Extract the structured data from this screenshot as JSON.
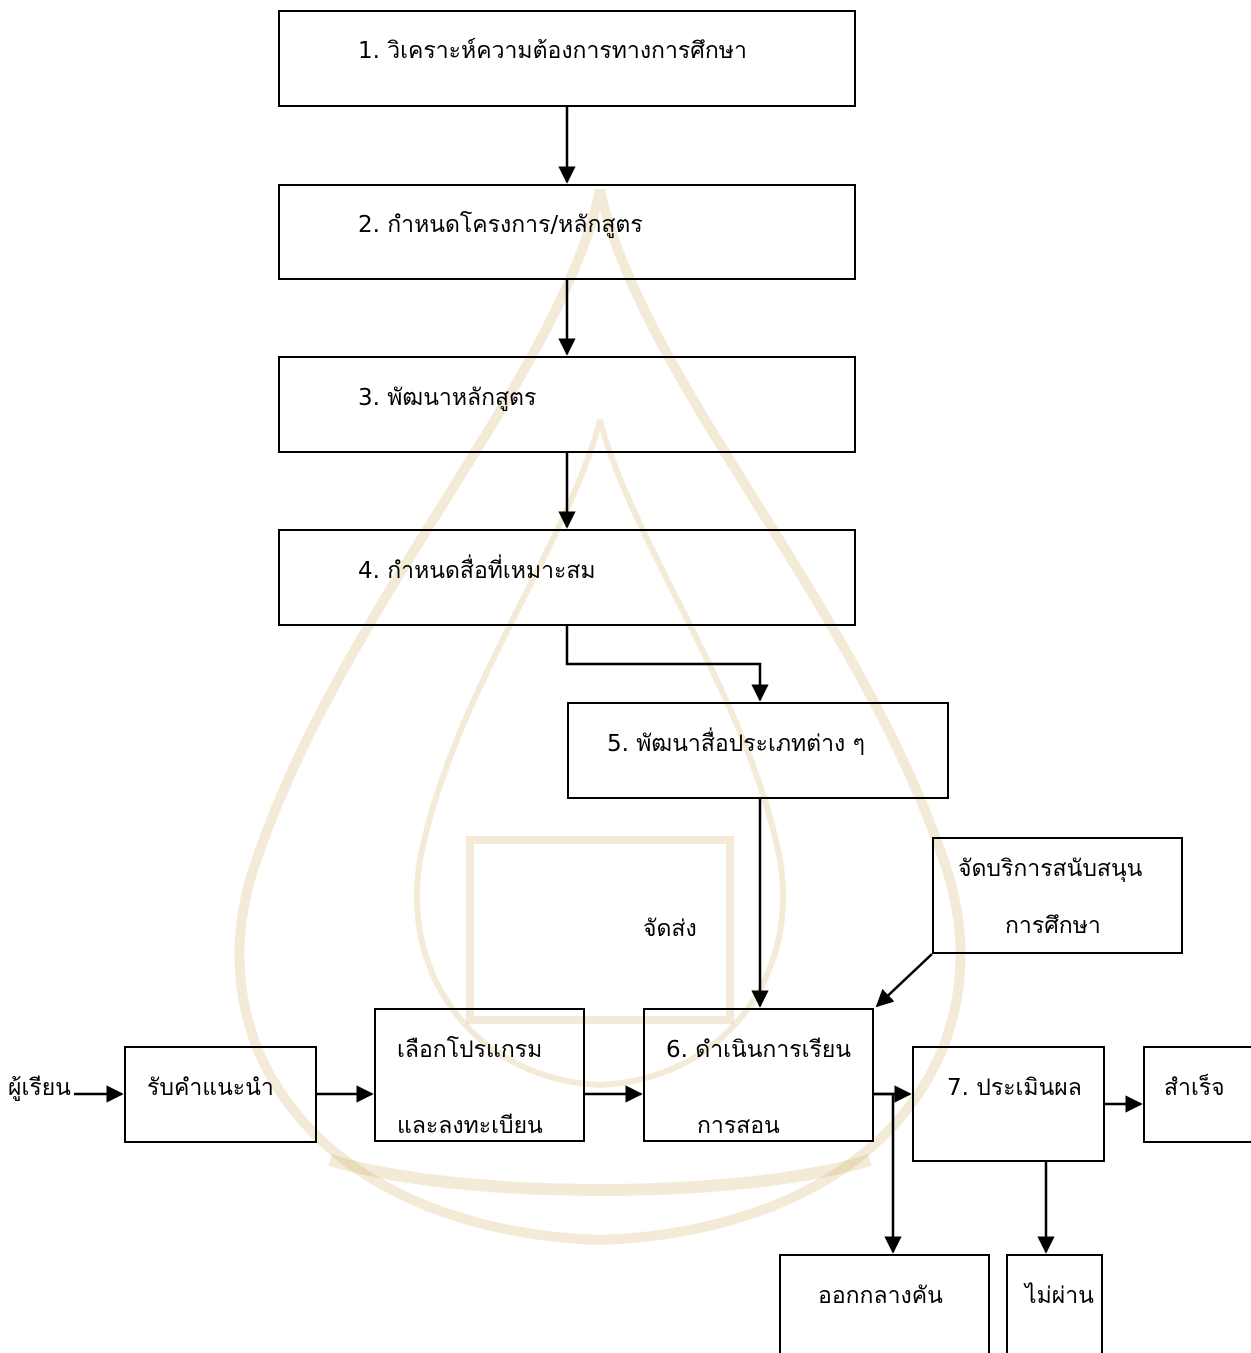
{
  "diagram": {
    "steps": {
      "s1": "1. วิเคราะห์ความต้องการทางการศึกษา",
      "s2": "2. กำหนดโครงการ/หลักสูตร",
      "s3": "3. พัฒนาหลักสูตร",
      "s4": "4. กำหนดสื่อที่เหมาะสม",
      "s5": "5. พัฒนาสื่อประเภทต่าง ๆ",
      "s6_line1": "6. ดำเนินการเรียน",
      "s6_line2": "การสอน",
      "s7": "7. ประเมินผล"
    },
    "support": {
      "line1": "จัดบริการสนับสนุน",
      "line2": "การศึกษา"
    },
    "learner": "ผู้เรียน",
    "advice": "รับคำแนะนำ",
    "enroll": {
      "line1": "เลือกโปรแกรม",
      "line2": "และลงทะเบียน"
    },
    "delivery_label": "จัดส่ง",
    "outcomes": {
      "success": "สำเร็จ",
      "dropout": "ออกกลางคัน",
      "fail": "ไม่ผ่าน"
    },
    "colors": {
      "line": "#000000",
      "watermark": "#c8a64a"
    }
  }
}
